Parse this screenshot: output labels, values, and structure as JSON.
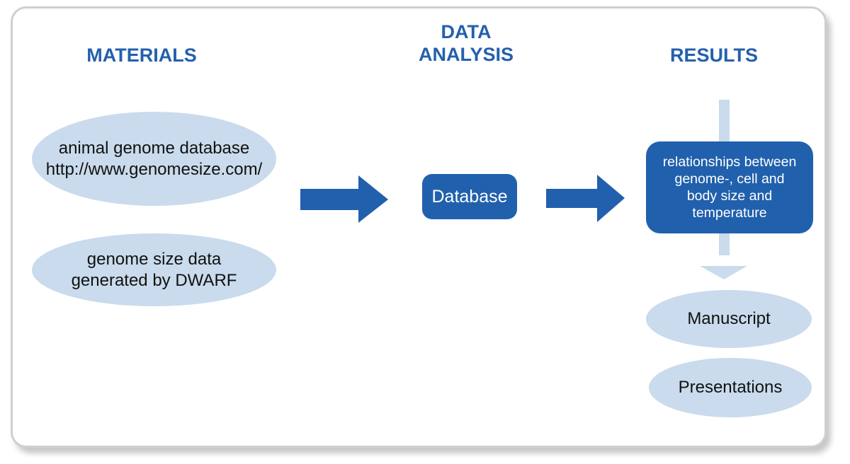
{
  "headings": {
    "materials": "MATERIALS",
    "data_analysis_line1": "DATA",
    "data_analysis_line2": "ANALYSIS",
    "results": "RESULTS"
  },
  "materials": [
    {
      "line1": "animal genome database",
      "line2": "http://www.genomesize.com/"
    },
    {
      "line1": "genome size data",
      "line2": "generated by DWARF"
    }
  ],
  "analysis": {
    "label": "Database"
  },
  "results": {
    "main_lines": [
      "relationships between",
      "genome-, cell and",
      "body size and",
      "temperature"
    ],
    "outputs": [
      "Manuscript",
      "Presentations"
    ]
  },
  "colors": {
    "accent": "#2160ad",
    "light": "#c9dbec",
    "heading": "#2460ad"
  }
}
